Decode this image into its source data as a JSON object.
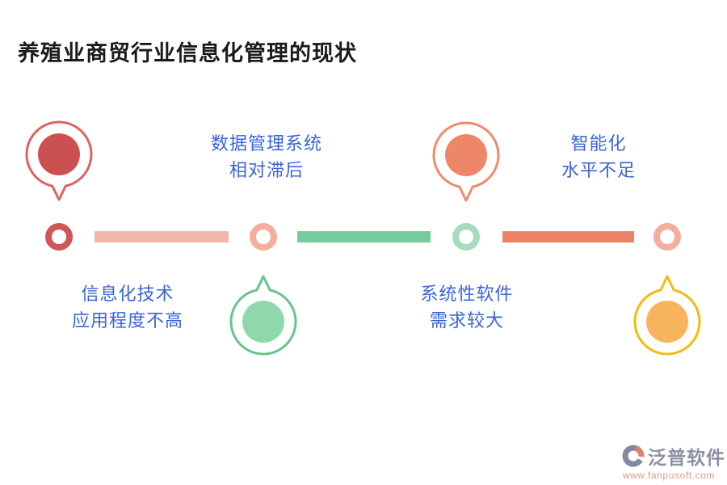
{
  "title": "养殖业商贸行业信息化管理的现状",
  "title_color": "#1b1b1b",
  "label_color": "#3a65d6",
  "background": "#ffffff",
  "timeline": {
    "rings": [
      {
        "color": "#d05757"
      },
      {
        "color": "#f3ae9e"
      },
      {
        "color": "#a5dcbb"
      },
      {
        "color": "#f4ae9d"
      }
    ],
    "bars": [
      {
        "color": "#f2b7aa"
      },
      {
        "color": "#76cb9c"
      },
      {
        "color": "#ec8166"
      }
    ]
  },
  "callouts": [
    {
      "direction": "down",
      "stroke": "#dc6363",
      "fill": "#cb5151"
    },
    {
      "direction": "up",
      "stroke": "#66c58b",
      "fill": "#8ed8ab"
    },
    {
      "direction": "down",
      "stroke": "#ef8a6e",
      "fill": "#ed8767"
    },
    {
      "direction": "up",
      "stroke": "#f5ba10",
      "fill": "#f7b45c"
    }
  ],
  "labels": [
    {
      "position": "bottom",
      "line1": "信息化技术",
      "line2": "应用程度不高"
    },
    {
      "position": "top",
      "line1": "数据管理系统",
      "line2": "相对滞后"
    },
    {
      "position": "bottom",
      "line1": "系统性软件",
      "line2": "需求较大"
    },
    {
      "position": "top",
      "line1": "智能化",
      "line2": "水平不足"
    }
  ],
  "watermark": {
    "brand": "泛普软件",
    "url": "www.fanpusoft.com",
    "brand_color": "#8d90a3",
    "url_color": "#e09a8a",
    "icon_main_color": "#8487a0",
    "icon_accent_color": "#d8836a"
  }
}
